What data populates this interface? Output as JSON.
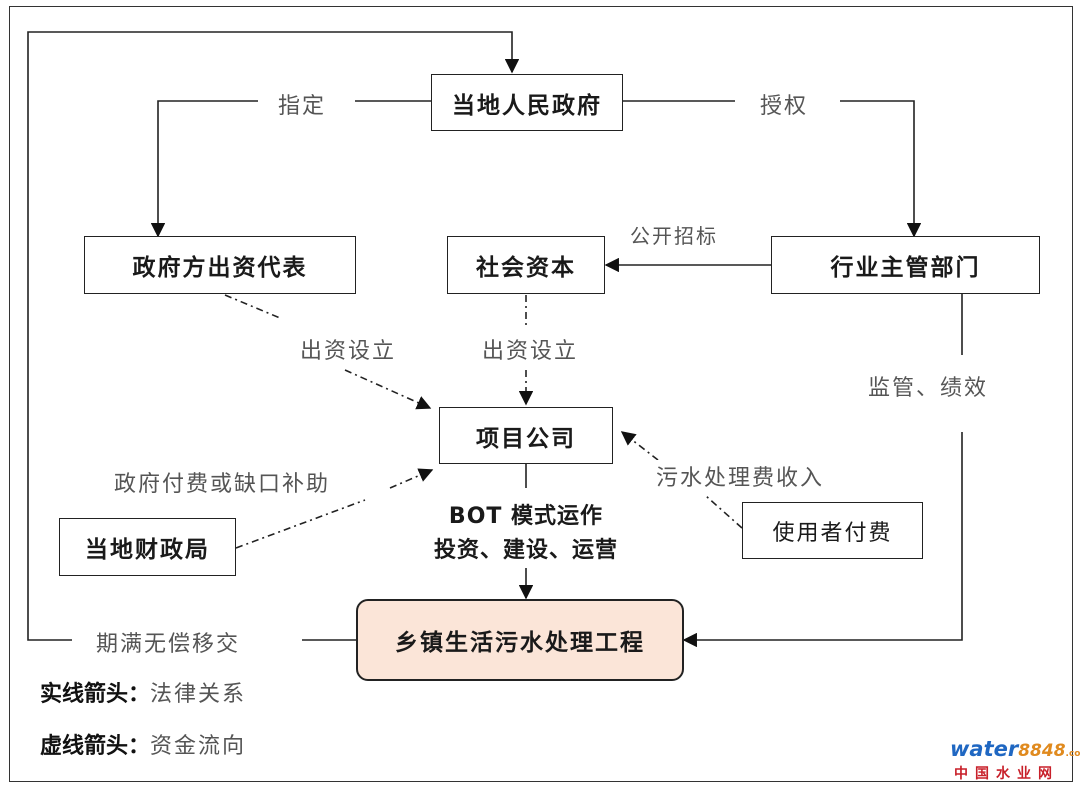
{
  "nodes": {
    "gov": "当地人民政府",
    "gov_rep": "政府方出资代表",
    "social_capital": "社会资本",
    "industry_dept": "行业主管部门",
    "project_company": "项目公司",
    "finance_bureau": "当地财政局",
    "user_pay": "使用者付费",
    "project": "乡镇生活污水处理工程"
  },
  "labels": {
    "designate": "指定",
    "authorize": "授权",
    "public_tender": "公开招标",
    "invest_left": "出资设立",
    "invest_mid": "出资设立",
    "supervise": "监管、绩效",
    "gov_payment": "政府付费或缺口补助",
    "sewage_fee": "污水处理费收入",
    "bot_line1": "BOT 模式运作",
    "bot_line2": "投资、建设、运营",
    "transfer": "期满无偿移交"
  },
  "legend": {
    "solid_key": "实线箭头：",
    "solid_value": "法律关系",
    "dashed_key": "虚线箭头：",
    "dashed_value": "资金流向"
  },
  "watermark": {
    "brand": "water",
    "number": "8848",
    "suffix": ".com",
    "cn": "中国水业网"
  },
  "colors": {
    "main_box_fill": "#fbe5d8",
    "watermark_blue": "#1f67c2",
    "watermark_orange": "#e08a1e",
    "watermark_red": "#c8202a"
  }
}
